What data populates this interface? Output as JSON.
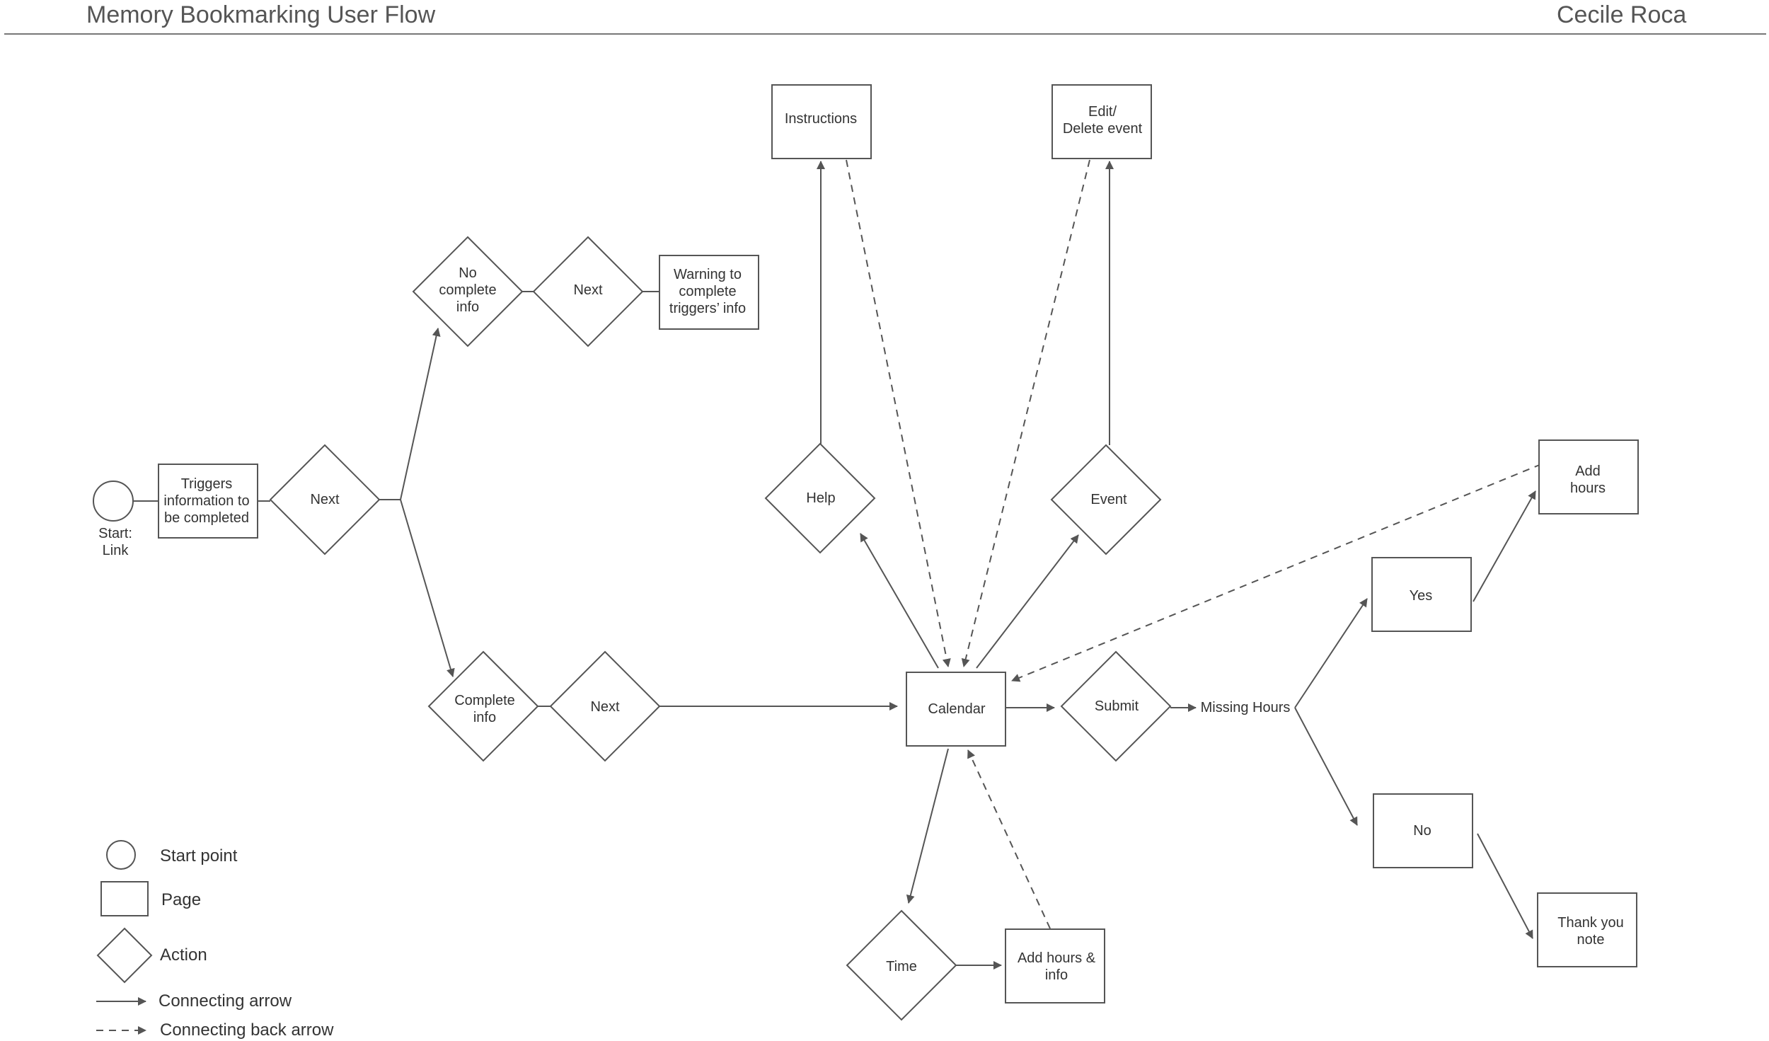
{
  "header": {
    "title": "Memory Bookmarking User Flow",
    "author": "Cecile Roca"
  },
  "nodes": {
    "start": "Start:\nLink",
    "triggers": "Triggers\ninformation to\nbe completed",
    "next1": "Next",
    "no_complete": "No\ncomplete\ninfo",
    "next2": "Next",
    "warning": "Warning to\ncomplete\ntriggers’ info",
    "complete": "Complete\ninfo",
    "next3": "Next",
    "instructions": "Instructions",
    "help": "Help",
    "edit_delete": "Edit/\nDelete event",
    "event": "Event",
    "calendar": "Calendar",
    "submit": "Submit",
    "missing_hours": "Missing Hours",
    "yes": "Yes",
    "add_hours": "Add\nhours",
    "no": "No",
    "thank_you": "Thank you\nnote",
    "time": "Time",
    "add_hours_info": "Add hours &\ninfo"
  },
  "legend": {
    "start_point": "Start point",
    "page": "Page",
    "action": "Action",
    "connecting_arrow": "Connecting arrow",
    "connecting_back_arrow": "Connecting back arrow"
  },
  "colors": {
    "stroke": "#555555",
    "text": "#333333",
    "background": "#ffffff"
  }
}
